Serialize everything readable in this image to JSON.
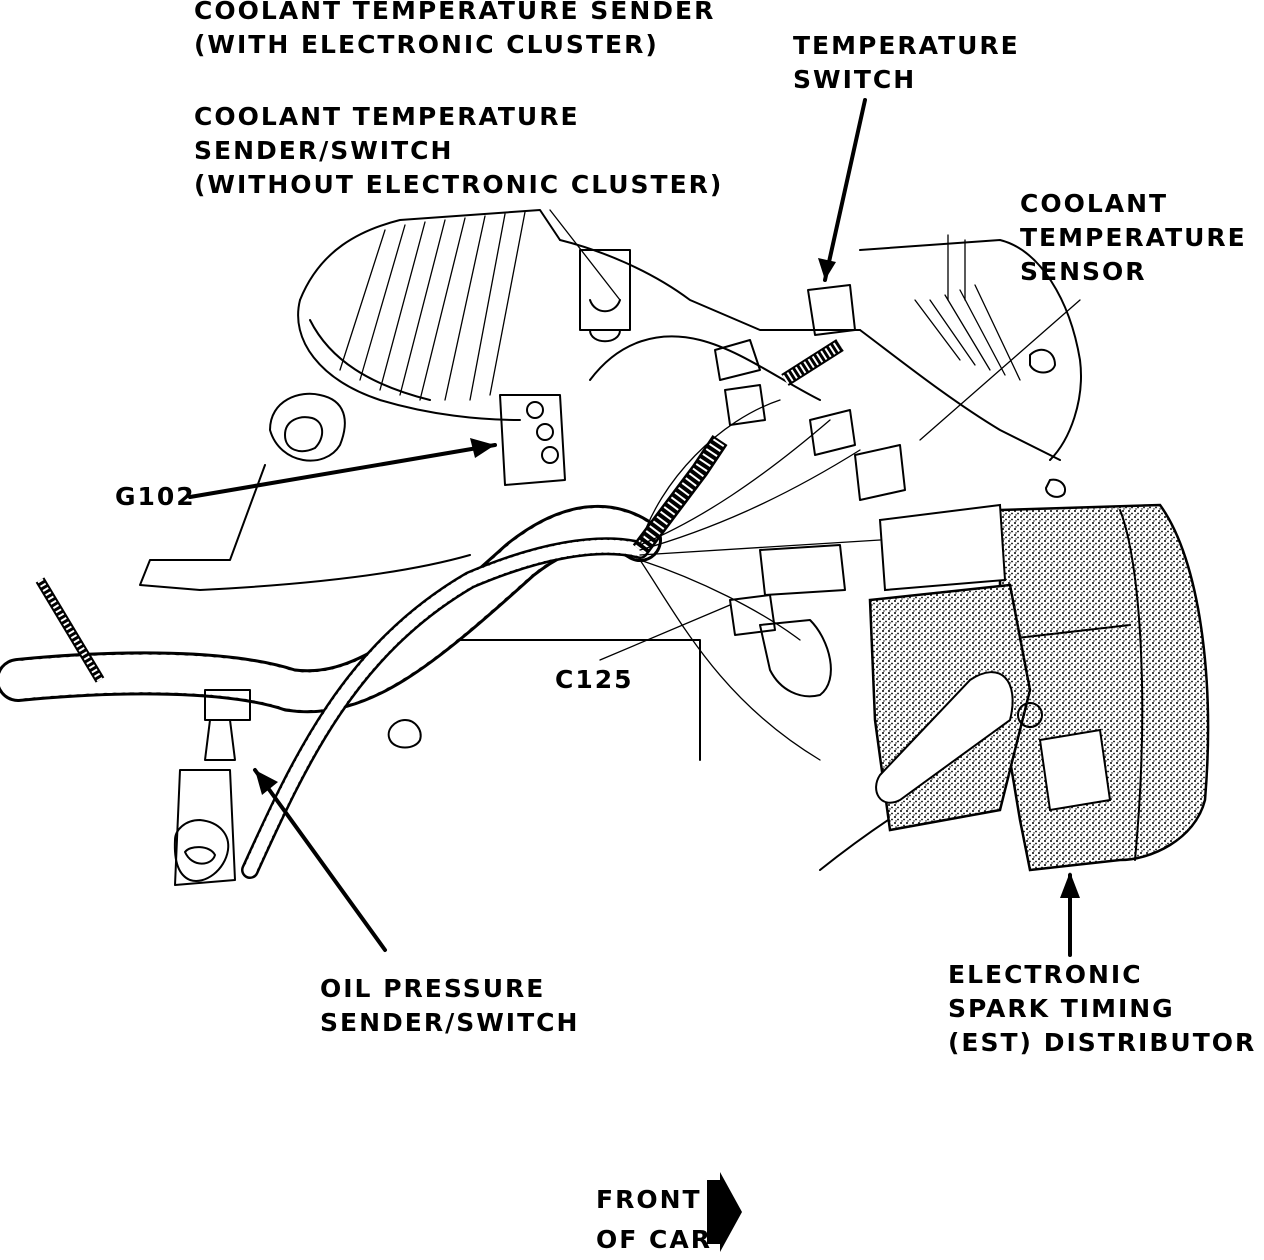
{
  "labels": {
    "sender_with_cluster": [
      "COOLANT TEMPERATURE SENDER",
      "(WITH ELECTRONIC CLUSTER)"
    ],
    "sender_switch_without_cluster": [
      "COOLANT TEMPERATURE",
      "SENDER/SWITCH",
      "(WITHOUT ELECTRONIC CLUSTER)"
    ],
    "temperature_switch": [
      "TEMPERATURE",
      "SWITCH"
    ],
    "coolant_temp_sensor": [
      "COOLANT",
      "TEMPERATURE",
      "SENSOR"
    ],
    "ground": "G102",
    "connector": "C125",
    "oil_pressure": [
      "OIL PRESSURE",
      "SENDER/SWITCH"
    ],
    "est_distributor": [
      "ELECTRONIC",
      "SPARK TIMING",
      "(EST) DISTRIBUTOR"
    ],
    "front_of_car": [
      "FRONT",
      "OF CAR"
    ]
  }
}
